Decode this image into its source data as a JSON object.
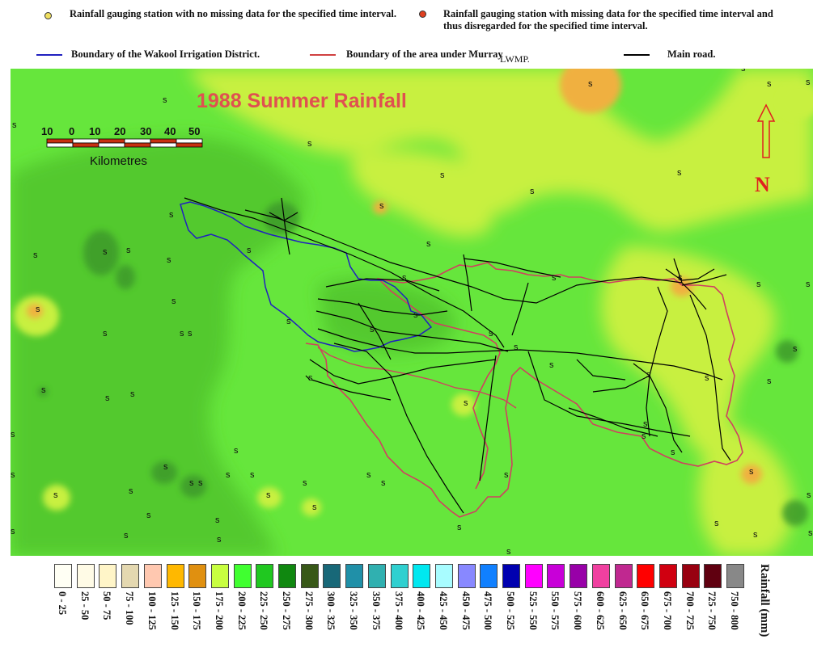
{
  "legend_top": {
    "station_ok": "Rainfall gauging station with no missing data for the specified time interval.",
    "station_missing": "Rainfall gauging station with missing data for the specified time interval and thus disregarded for the specified time interval.",
    "boundary_wakool": "Boundary of the Wakool Irrigation District.",
    "boundary_murray": "Boundary of the area under Murray",
    "lwmp": "LWMP.",
    "main_road": "Main road.",
    "colors": {
      "station_ok": "#f0e060",
      "station_missing": "#e04020",
      "wakool": "#2020c0",
      "murray": "#d04040",
      "road": "#000000"
    }
  },
  "map": {
    "title": "1988 Summer Rainfall",
    "title_color": "#e05050",
    "scale_ticks": [
      "10",
      "0",
      "10",
      "20",
      "30",
      "40",
      "50"
    ],
    "scale_unit": "Kilometres",
    "north_label": "N",
    "station_symbol": "s",
    "background_color": "#66e63c"
  },
  "color_legend": {
    "title": "Rainfall (mm)",
    "classes": [
      {
        "label": "0 - 25",
        "color": "#fffff4"
      },
      {
        "label": "25 - 50",
        "color": "#fffbe6"
      },
      {
        "label": "50 - 75",
        "color": "#fff5c8"
      },
      {
        "label": "75 - 100",
        "color": "#e4d8b0"
      },
      {
        "label": "100 - 125",
        "color": "#ffc8b0"
      },
      {
        "label": "125 - 150",
        "color": "#ffb800"
      },
      {
        "label": "150 - 175",
        "color": "#e09010"
      },
      {
        "label": "175 - 200",
        "color": "#c8ff40"
      },
      {
        "label": "200 - 225",
        "color": "#40ff30"
      },
      {
        "label": "225 - 250",
        "color": "#20c820"
      },
      {
        "label": "250 - 275",
        "color": "#108810"
      },
      {
        "label": "275 - 300",
        "color": "#385818"
      },
      {
        "label": "300 - 325",
        "color": "#186878"
      },
      {
        "label": "325 - 350",
        "color": "#2090a8"
      },
      {
        "label": "350 - 375",
        "color": "#30b0b0"
      },
      {
        "label": "375 - 400",
        "color": "#30d0d0"
      },
      {
        "label": "400 - 425",
        "color": "#00e8f0"
      },
      {
        "label": "425 - 450",
        "color": "#a8fcff"
      },
      {
        "label": "450 - 475",
        "color": "#8888ff"
      },
      {
        "label": "475 - 500",
        "color": "#1080ff"
      },
      {
        "label": "500 - 525",
        "color": "#0000b0"
      },
      {
        "label": "525 - 550",
        "color": "#ff00ff"
      },
      {
        "label": "550 - 575",
        "color": "#c800d8"
      },
      {
        "label": "575 - 600",
        "color": "#9800a8"
      },
      {
        "label": "600 - 625",
        "color": "#f040a0"
      },
      {
        "label": "625 - 650",
        "color": "#c02890"
      },
      {
        "label": "650 - 675",
        "color": "#ff0000"
      },
      {
        "label": "675 - 700",
        "color": "#d00010"
      },
      {
        "label": "700 - 725",
        "color": "#980010"
      },
      {
        "label": "725 - 750",
        "color": "#600010"
      },
      {
        "label": "750 - 800",
        "color": "#888888"
      }
    ]
  }
}
